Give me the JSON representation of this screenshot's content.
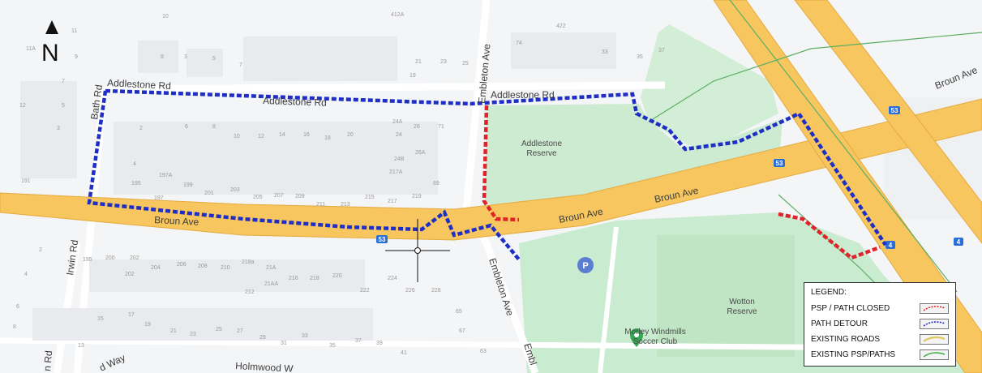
{
  "north": {
    "letter": "N"
  },
  "roads": {
    "broun_ave": "Broun Ave",
    "addlestone_rd": "Addlestone Rd",
    "embleton_ave": "Embleton Ave",
    "embleton_cut": "Embl",
    "bath_rd": "Bath Rd",
    "irwin_rd": "Irwin Rd",
    "holmwood": "Holmwood W",
    "way": "d Way",
    "rd": "n Rd"
  },
  "route_shield": "53",
  "route_shield_4": "4",
  "places": {
    "addlestone_reserve": [
      "Addlestone",
      "Reserve"
    ],
    "wotton_reserve": [
      "Wotton",
      "Reserve"
    ],
    "morley_club": [
      "Morley Windmills",
      "Soccer Club"
    ],
    "parking": "P"
  },
  "house_numbers": {
    "north_row": [
      "10",
      "8",
      "3",
      "5",
      "7",
      "21",
      "23",
      "25",
      "19",
      "74",
      "33",
      "35",
      "37",
      "422",
      "412A"
    ],
    "west_col": [
      "11",
      "9",
      "7",
      "5",
      "3",
      "12",
      "11A",
      "191"
    ],
    "middle_row": [
      "2",
      "6",
      "8",
      "10",
      "12",
      "14",
      "16",
      "18",
      "20",
      "24A",
      "24",
      "26",
      "24B",
      "26A",
      "217A",
      "71",
      "69"
    ],
    "south_of_block": [
      "195",
      "197",
      "197A",
      "199",
      "201",
      "203",
      "205",
      "207",
      "209",
      "211",
      "213",
      "215",
      "217",
      "219",
      "4"
    ],
    "south_row": [
      "2",
      "195",
      "200",
      "202",
      "202",
      "204",
      "206",
      "208",
      "210",
      "218a",
      "21A",
      "216",
      "218",
      "220",
      "222",
      "224",
      "226",
      "228",
      "21AA",
      "212"
    ],
    "bottom_rows": [
      "4",
      "6",
      "8",
      "15",
      "17",
      "19",
      "21",
      "23",
      "25",
      "27",
      "29",
      "31",
      "33",
      "35",
      "37",
      "39",
      "41",
      "65",
      "67",
      "63",
      "13"
    ]
  },
  "legend": {
    "title": "LEGEND:",
    "items": [
      {
        "label": "PSP / PATH CLOSED",
        "color": "#e0232a"
      },
      {
        "label": "PATH DETOUR",
        "color": "#1f2fc6"
      },
      {
        "label": "EXISTING ROADS",
        "color": "#f7e08a"
      },
      {
        "label": "EXISTING PSP/PATHS",
        "color": "#4caf50"
      }
    ]
  },
  "colors": {
    "major_road": "#f7c65e",
    "major_road_edge": "#e5aa3f",
    "park": "#c9ebcf",
    "closed": "#e0232a",
    "detour": "#1f2fc6",
    "building": "#eceef1"
  }
}
